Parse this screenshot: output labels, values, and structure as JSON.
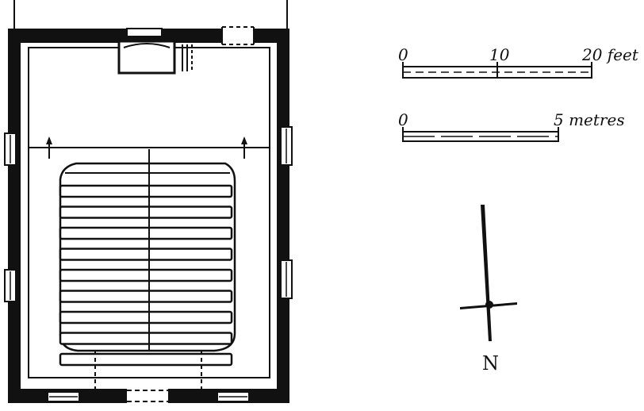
{
  "scales": {
    "feet": {
      "tick_start": "0",
      "tick_mid": "10",
      "tick_end": "20 feet"
    },
    "metres": {
      "tick_start": "0",
      "tick_end": "5 metres"
    }
  },
  "north_arrow": {
    "label": "N"
  },
  "plan": {
    "pew_rows": 9
  },
  "colors": {
    "ink": "#111111",
    "paper": "#ffffff"
  }
}
